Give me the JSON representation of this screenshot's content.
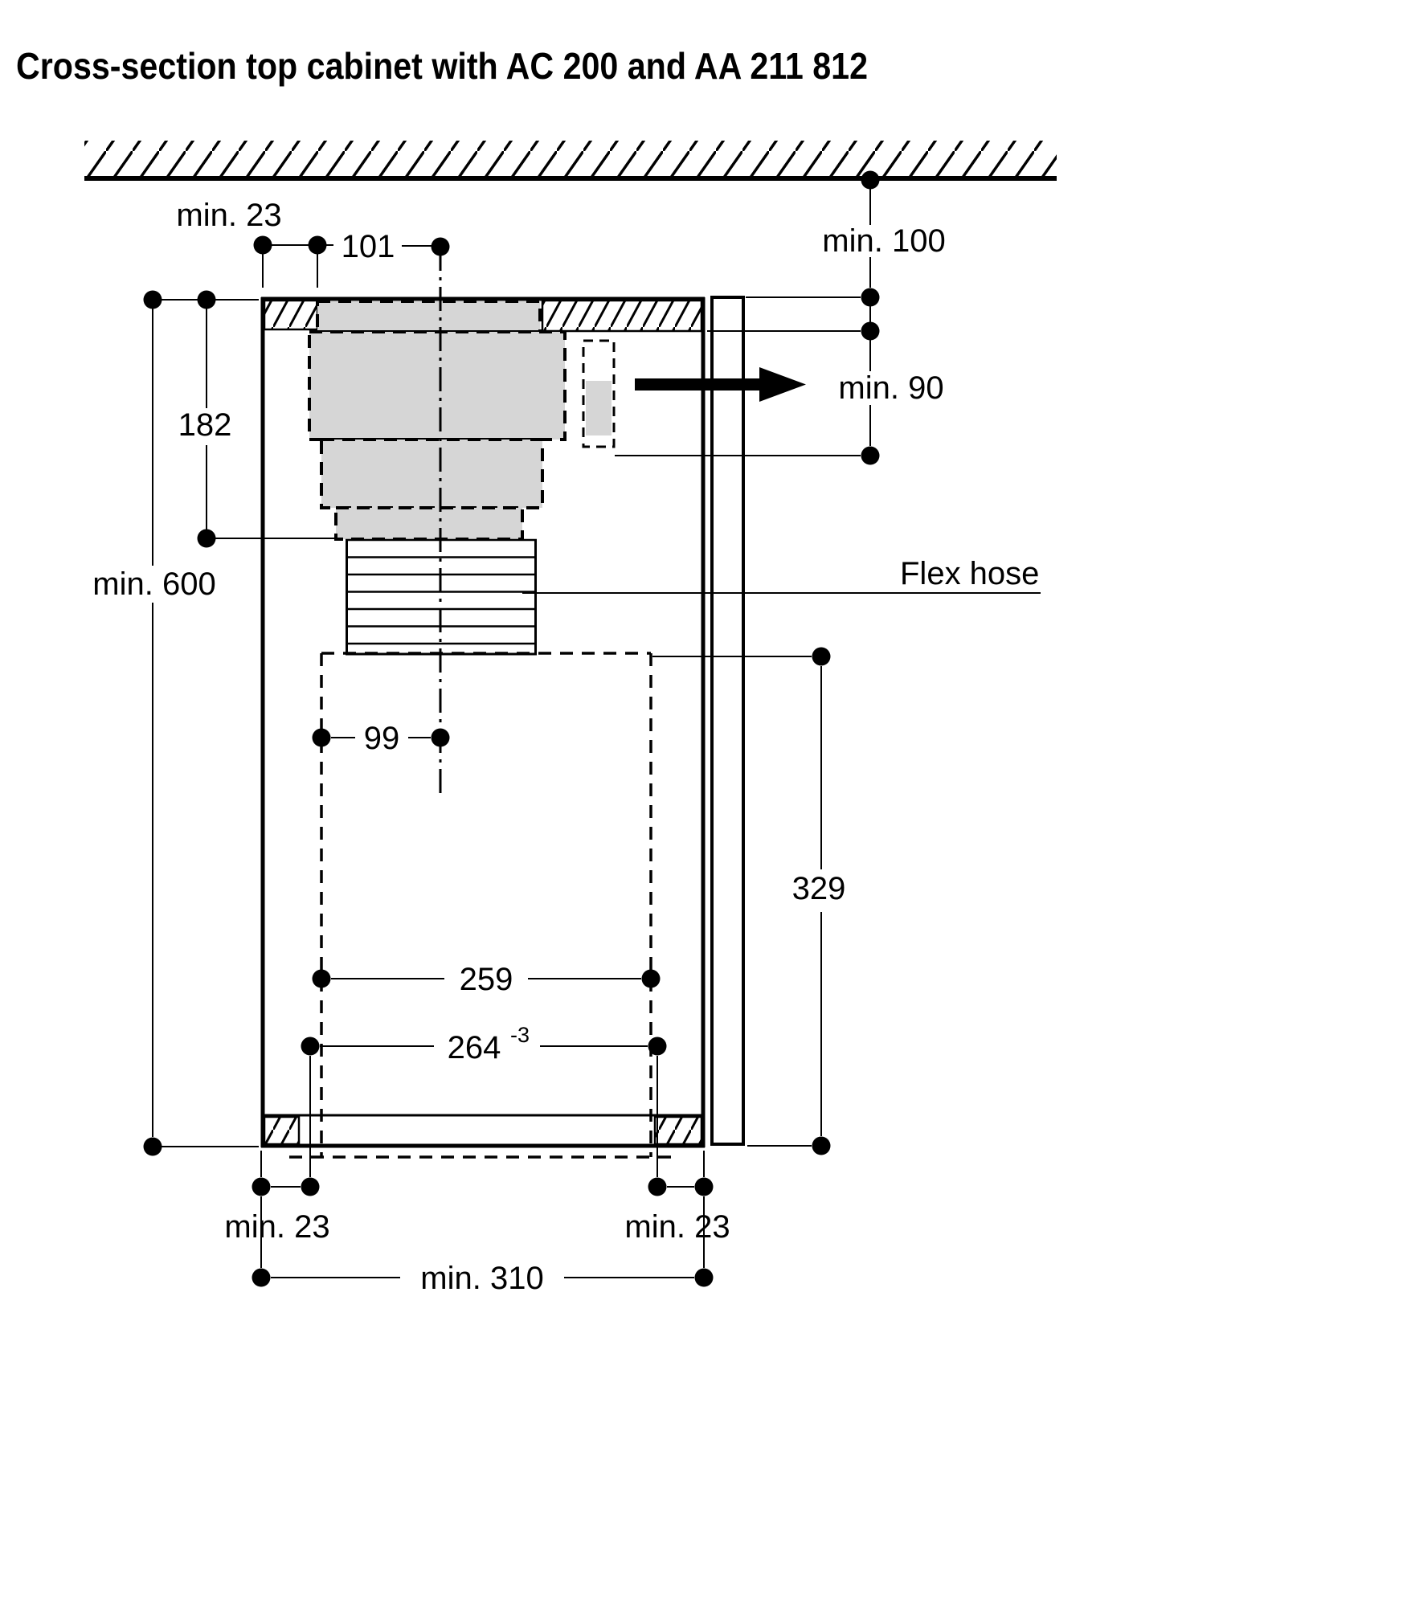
{
  "title": "Cross-section top cabinet with AC 200 and AA 211 812",
  "colors": {
    "line": "#000000",
    "component_fill": "#d6d6d6",
    "background": "#ffffff"
  },
  "annotations": {
    "flex_hose": "Flex hose"
  },
  "dimensions": {
    "top_left_clearance": {
      "label": "min. 23"
    },
    "duct_offset_top": {
      "label": "101"
    },
    "ceiling_distance": {
      "label": "min. 100"
    },
    "outlet_distance": {
      "label": "min. 90"
    },
    "blower_height": {
      "label": "182"
    },
    "cabinet_interior_height": {
      "label": "min. 600"
    },
    "center_offset": {
      "label": "99"
    },
    "chimney_height": {
      "label": "329"
    },
    "mounting_hole_spacing": {
      "label": "259"
    },
    "cutout_width": {
      "label": "264",
      "tolerance": "-3"
    },
    "bottom_left_clearance": {
      "label": "min. 23"
    },
    "bottom_right_clearance": {
      "label": "min. 23"
    },
    "min_niche_width": {
      "label": "min. 310"
    }
  }
}
